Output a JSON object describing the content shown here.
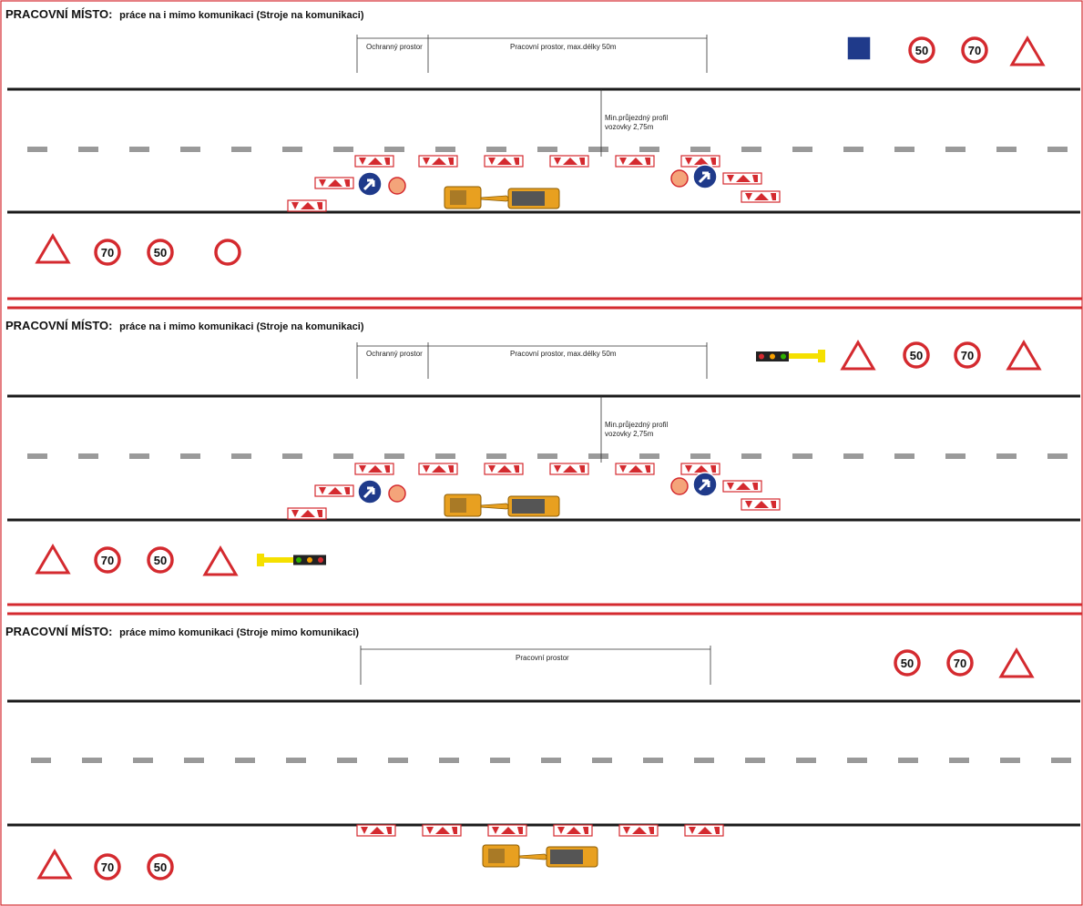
{
  "panels": [
    {
      "title_main": "PRACOVNÍ MÍSTO:",
      "title_sub": "práce na i mimo komunikaci (Stroje na komunikaci)",
      "protective_space_label": "Ochranný prostor",
      "work_space_label": "Pracovní prostor, max.délky 50m",
      "min_profile_label_line1": "Min.průjezdný profil",
      "min_profile_label_line2": "vozovky 2,75m",
      "top_signs": [
        "IP",
        "50",
        "70",
        "A15"
      ],
      "bottom_signs": [
        "A15",
        "70",
        "50",
        "P7"
      ],
      "sign_codes": {
        "right_arrow": "C4a",
        "light": "S7",
        "barrier": "Z4a",
        "right_arrow_b": "C4b"
      }
    },
    {
      "title_main": "PRACOVNÍ MÍSTO:",
      "title_sub": "práce na i mimo komunikaci (Stroje na komunikaci)",
      "protective_space_label": "Ochranný prostor",
      "work_space_label": "Pracovní prostor, max.délky 50m",
      "min_profile_label_line1": "Min.průjezdný profil",
      "min_profile_label_line2": "vozovky 2,75m",
      "top_signs": [
        "S5",
        "A10",
        "50",
        "70",
        "A15"
      ],
      "bottom_signs": [
        "A15",
        "70",
        "50",
        "A10",
        "S5"
      ],
      "sign_codes": {
        "right_arrow": "C4a",
        "light": "S7",
        "barrier": "Z4a",
        "right_arrow_b": "C4b"
      }
    },
    {
      "title_main": "PRACOVNÍ MÍSTO:",
      "title_sub": "práce mimo komunikaci (Stroje mimo komunikaci)",
      "work_space_label": "Pracovní prostor",
      "top_signs": [
        "50",
        "70",
        "A15"
      ],
      "bottom_signs": [
        "A15",
        "70",
        "50"
      ],
      "sign_codes": {
        "barrier": "Z4a"
      }
    }
  ],
  "colors": {
    "border_red": "#d42a2f",
    "road_line": "#1a1a1a",
    "lane_dash": "#9a9a9a",
    "barrier_red": "#d42a2f",
    "machine_orange": "#e8a020",
    "sign_blue": "#1f3a8a",
    "light_yellow": "#f5e000"
  }
}
